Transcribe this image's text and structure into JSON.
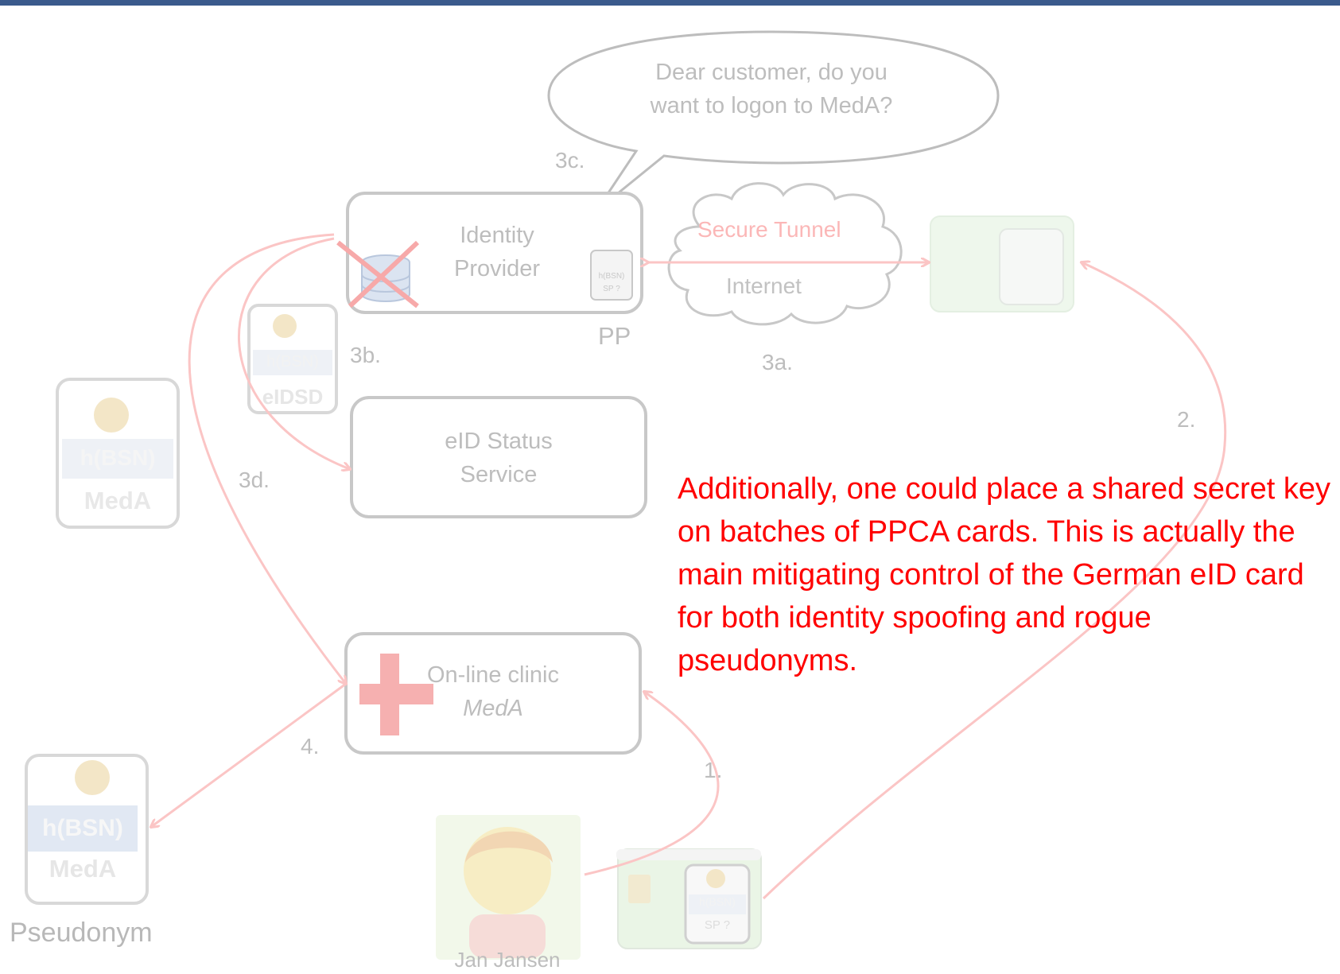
{
  "speech_bubble": {
    "line1": "Dear customer, do you",
    "line2": "want to logon to MedA?"
  },
  "steps": {
    "s1": "1.",
    "s2": "2.",
    "s3a": "3a.",
    "s3b": "3b.",
    "s3c": "3c.",
    "s3d": "3d.",
    "s4": "4."
  },
  "identity_provider": {
    "line1": "Identity",
    "line2": "Provider",
    "tag": "PP",
    "chip_top": "h(BSN)",
    "chip_bottom": "SP ?"
  },
  "cloud": {
    "tunnel": "Secure Tunnel",
    "internet": "Internet"
  },
  "eid_status": {
    "line1": "eID Status",
    "line2": "Service"
  },
  "eidsd_card": {
    "top": "h(BSN)",
    "bottom": "eIDSD"
  },
  "meda_card": {
    "top": "h(BSN)",
    "bottom": "MedA"
  },
  "clinic": {
    "line1": "On-line clinic",
    "line2": "MedA"
  },
  "pseudonym_card": {
    "top": "h(BSN)",
    "bottom": "MedA",
    "caption": "Pseudonym"
  },
  "user": {
    "name": "Jan Jansen"
  },
  "smartcard": {
    "top": "h(BSN)",
    "bottom": "SP ?"
  },
  "note": "Additionally, one could place a shared secret key on batches of PPCA cards. This is actually the main mitigating control of the German eID card for both identity spoofing and rogue pseudonyms.",
  "colors": {
    "arrow": "#fbc5c5",
    "note": "#ff0000",
    "faded": "#bdbdbd",
    "topbar": "#3a5a8c"
  }
}
